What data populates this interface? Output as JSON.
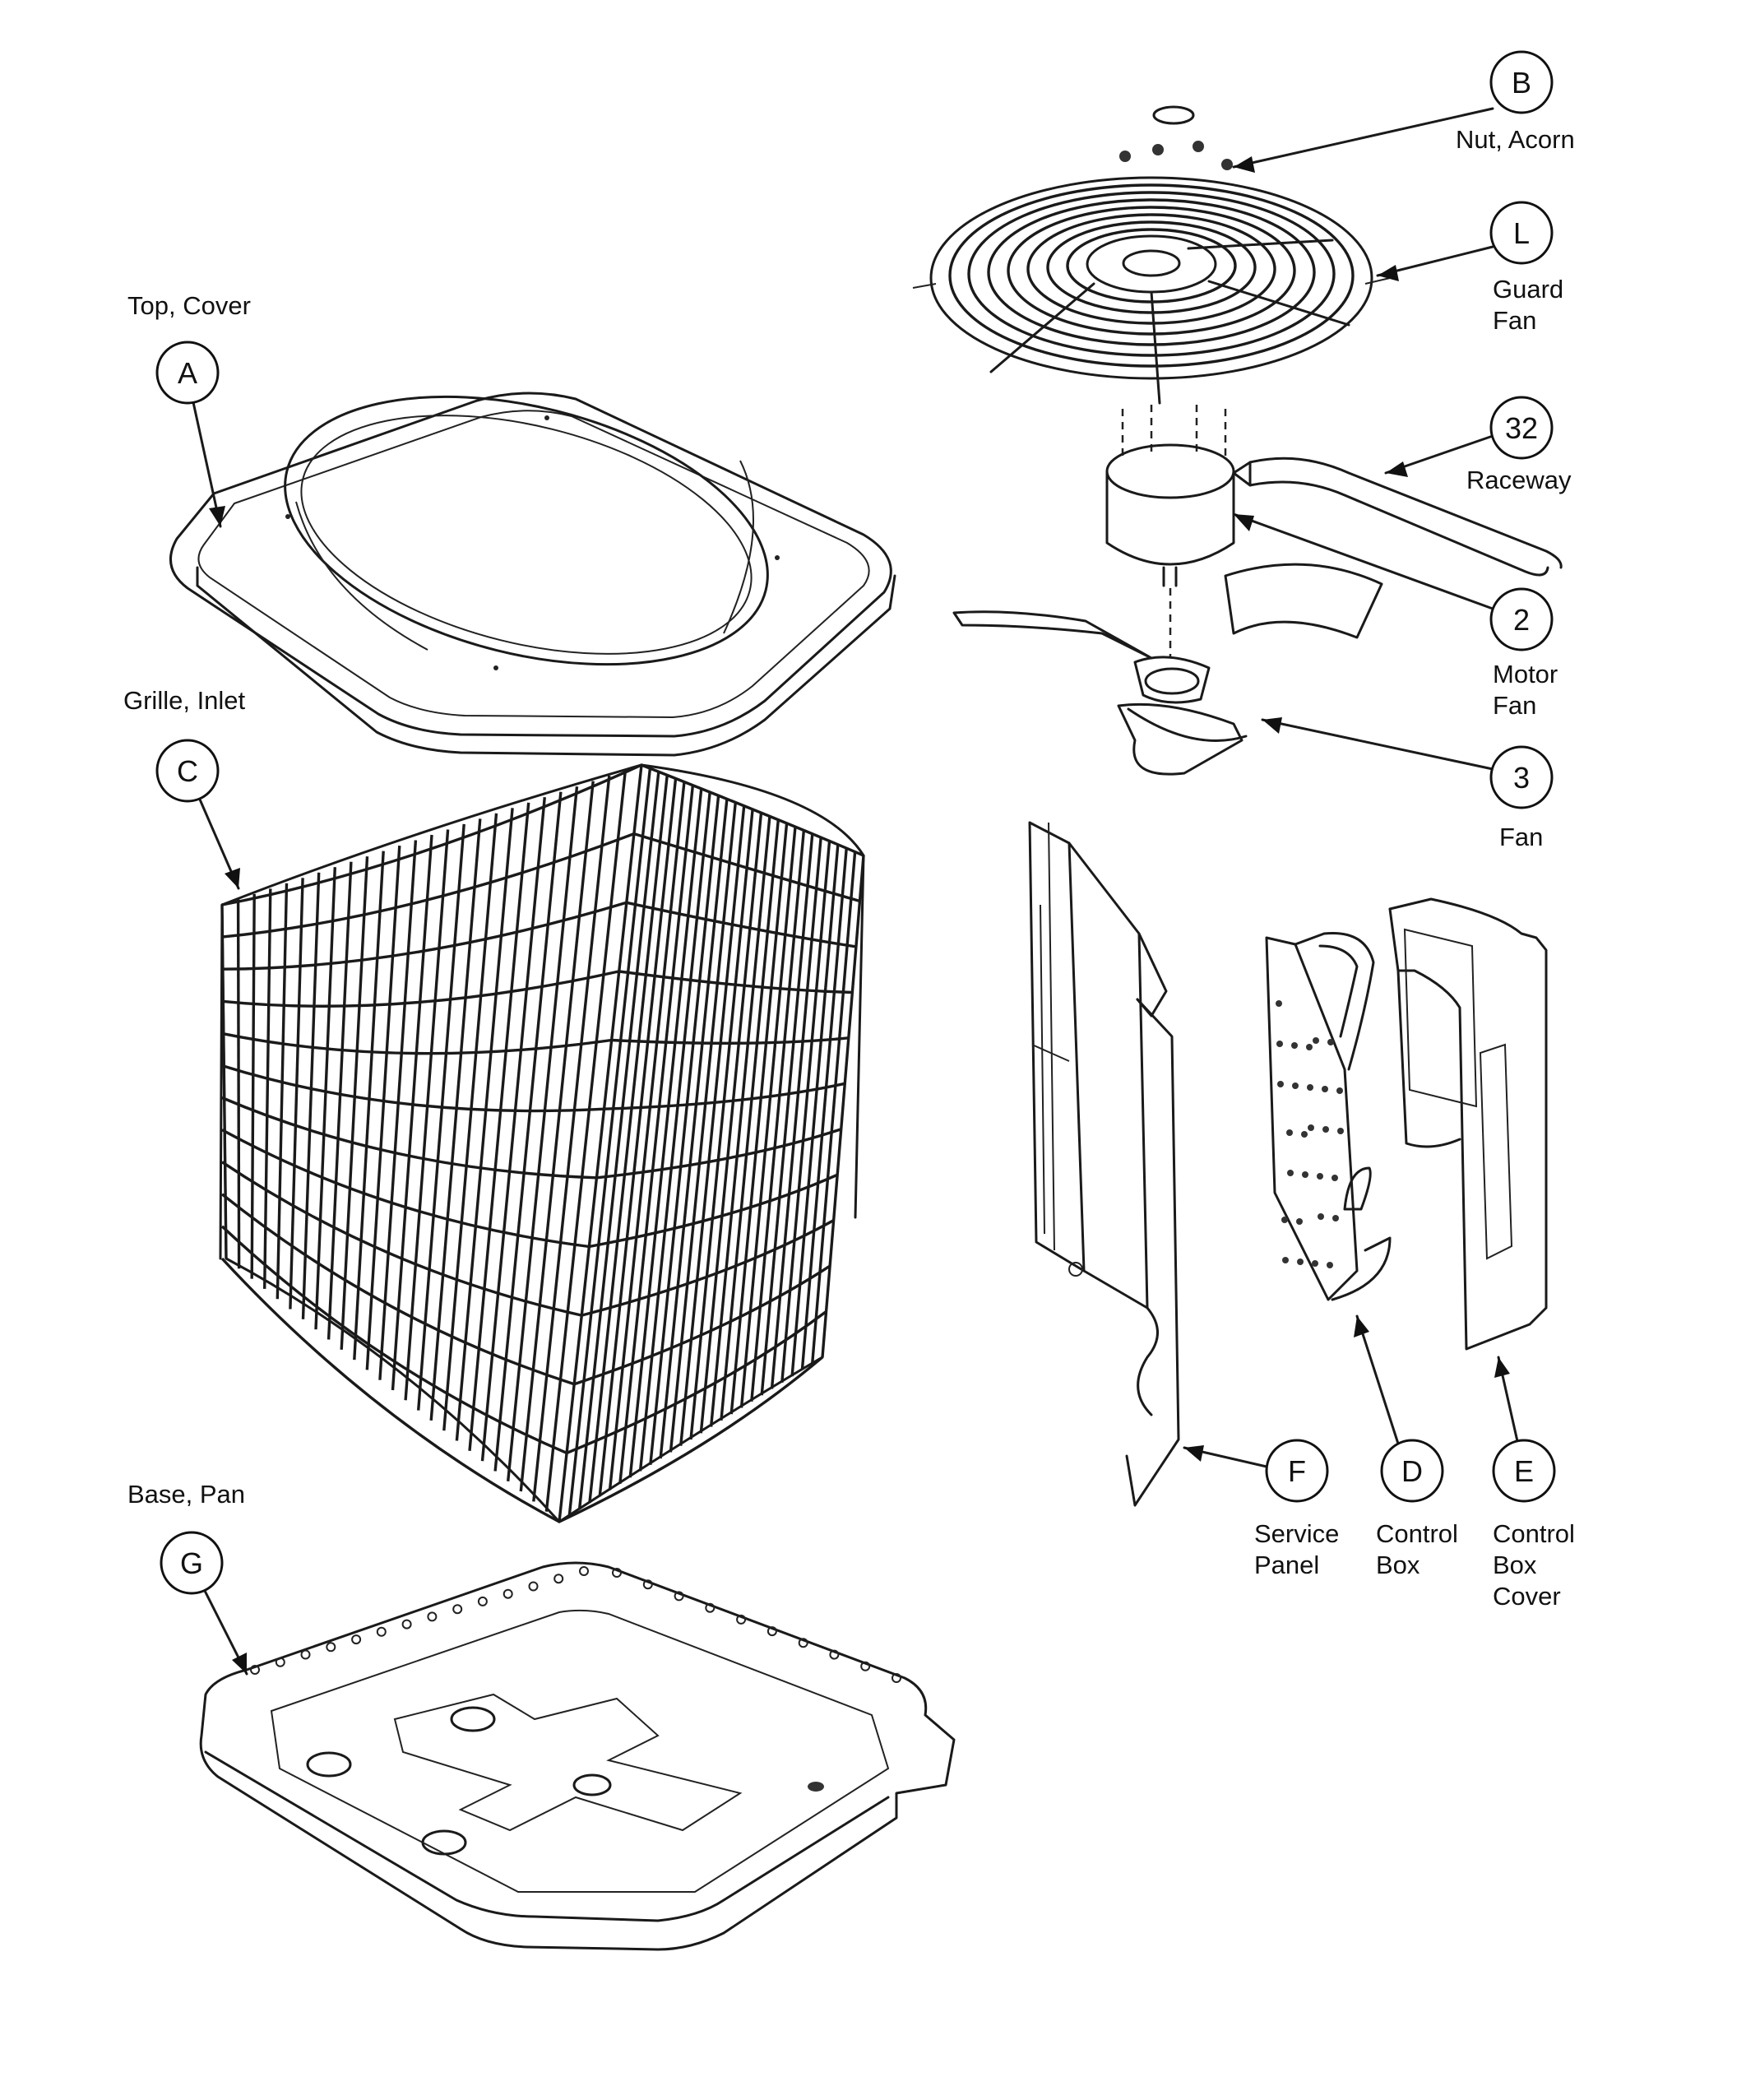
{
  "parts": [
    {
      "id": "part-top-cover",
      "callout": "A",
      "label_lines": [
        "Top, Cover"
      ]
    },
    {
      "id": "part-acorn-nut",
      "callout": "B",
      "label_lines": [
        "Nut, Acorn"
      ]
    },
    {
      "id": "part-fan-guard",
      "callout": "L",
      "label_lines": [
        "Guard",
        "Fan"
      ]
    },
    {
      "id": "part-raceway",
      "callout": "32",
      "label_lines": [
        "Raceway"
      ]
    },
    {
      "id": "part-fan-motor",
      "callout": "2",
      "label_lines": [
        "Motor",
        "Fan"
      ]
    },
    {
      "id": "part-fan",
      "callout": "3",
      "label_lines": [
        "Fan"
      ]
    },
    {
      "id": "part-inlet-grille",
      "callout": "C",
      "label_lines": [
        "Grille, Inlet"
      ]
    },
    {
      "id": "part-service-panel",
      "callout": "F",
      "label_lines": [
        "Service",
        "Panel"
      ]
    },
    {
      "id": "part-control-box",
      "callout": "D",
      "label_lines": [
        "Control",
        "Box"
      ]
    },
    {
      "id": "part-control-box-cover",
      "callout": "E",
      "label_lines": [
        "Control",
        "Box",
        "Cover"
      ]
    },
    {
      "id": "part-base-pan",
      "callout": "G",
      "label_lines": [
        "Base, Pan"
      ]
    }
  ]
}
